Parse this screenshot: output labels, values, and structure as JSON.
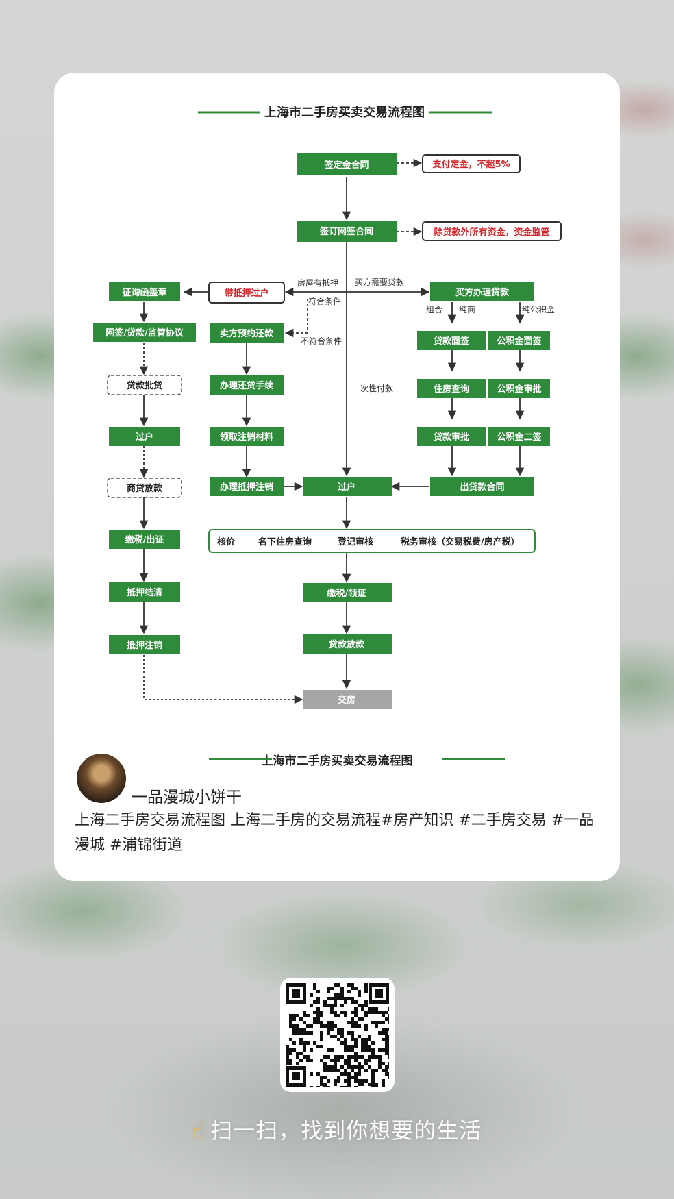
{
  "diagram": {
    "title": "上海市二手房买卖交易流程图",
    "nodes": {
      "sign_deposit": "签定金合同",
      "pay_deposit": "支付定金，不超5%",
      "sign_online": "签订网签合同",
      "fund_supervision": "除贷款外所有资金，资金监管",
      "mortgage_transfer": "带抵押过户",
      "inquiry_seal": "征询函盖章",
      "online_loan_agreement": "网签/贷款/监管协议",
      "loan_approval": "贷款批贷",
      "transfer_left": "过户",
      "commercial_loan_release": "商贷放款",
      "tax_certificate": "缴税/出证",
      "mortgage_settle": "抵押结清",
      "mortgage_cancel": "抵押注销",
      "seller_repay": "卖方预约还款",
      "repay_procedure": "办理还贷手续",
      "get_cancel_materials": "领取注销材料",
      "handle_mortgage_cancel": "办理抵押注销",
      "transfer_center": "过户",
      "buyer_loan": "买方办理贷款",
      "loan_interview": "贷款面签",
      "fund_interview": "公积金面签",
      "housing_query": "住房查询",
      "fund_approval": "公积金审批",
      "loan_approval_right": "贷款审批",
      "fund_second_sign": "公积金二签",
      "issue_loan_contract": "出贷款合同",
      "tax_collect": "缴税/领证",
      "loan_release": "贷款放款",
      "handover": "交房"
    },
    "review_box": [
      "核价",
      "名下住房查询",
      "登记审核",
      "税务审核（交易税费/房产税）"
    ],
    "edge_labels": {
      "has_mortgage": "房屋有抵押",
      "buyer_needs_loan": "买方需要贷款",
      "qualified": "符合条件",
      "not_qualified": "不符合条件",
      "lump_sum": "一次性付款",
      "combined": "组合",
      "pure_commercial": "纯商",
      "pure_fund": "纯公积金"
    },
    "footer_title": "上海市二手房买卖交易流程图",
    "colors": {
      "green": "#2e8b3a",
      "red": "#d6252a",
      "gray": "#a6a6a6"
    }
  },
  "post": {
    "author_name": "一品漫城小饼干",
    "caption": "上海二手房交易流程图 上海二手房的交易流程#房产知识 #二手房交易 #一品漫城 #浦锦街道"
  },
  "share": {
    "qr_icon": "qr-code-icon",
    "hand_icon": "pointing-hand-icon",
    "scan_text": "扫一扫，找到你想要的生活"
  }
}
